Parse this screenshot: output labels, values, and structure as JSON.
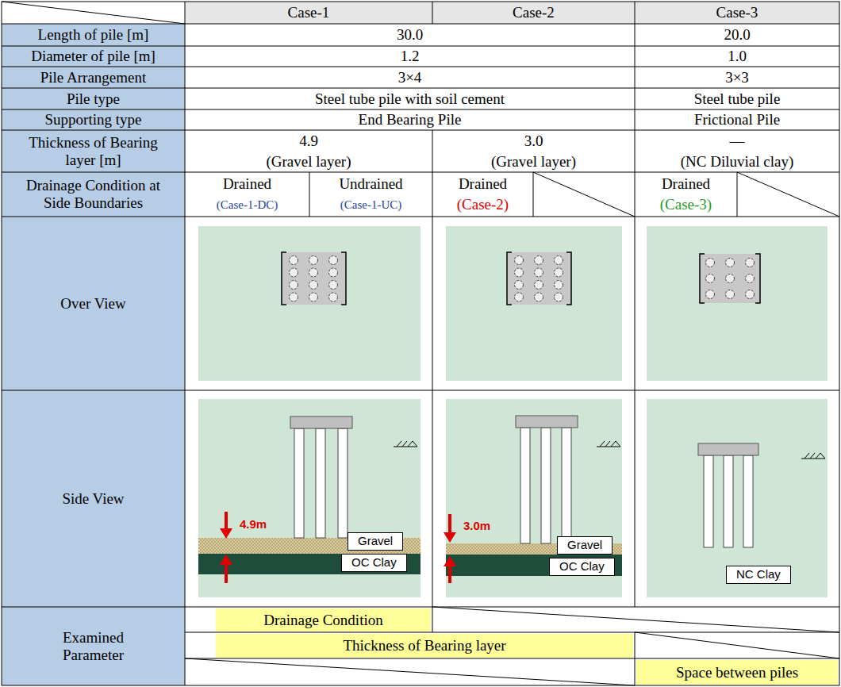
{
  "diagram": {
    "nodes": [
      {
        "text": [
          "Gravel"
        ]
      },
      {
        "text": [
          "OC Clay"
        ]
      },
      {
        "text": [
          "Gravel"
        ]
      },
      {
        "text": [
          "OC Clay"
        ]
      },
      {
        "text": [
          "NC Clay"
        ]
      },
      {
        "text": [
          "Drainage Condition"
        ]
      },
      {
        "text": [
          "Thickness of Bearing layer"
        ]
      },
      {
        "text": [
          "Space between piles"
        ]
      }
    ],
    "labels": [
      "Case-1",
      "Case-2",
      "Case-3",
      "Length of pile [m]",
      "30.0",
      "20.0",
      "Diameter of pile [m]",
      "1.2",
      "1.0",
      "Pile Arrangement",
      "3×4",
      "3×3",
      "Pile type",
      "Steel tube pile with soil cement",
      "Steel tube pile",
      "Supporting type",
      "End Bearing Pile",
      "Frictional Pile",
      "Thickness of Bearing layer [m]",
      "4.9",
      "(Gravel layer)",
      "3.0",
      "(Gravel layer)",
      "—",
      "(NC Diluvial clay)",
      "Drainage Condition at Side Boundaries",
      "Drained",
      "(Case-1-DC)",
      "Undrained",
      "(Case-1-UC)",
      "Drained",
      "(Case-2)",
      "Drained",
      "(Case-3)",
      "Over View",
      "Side View",
      "4.9m",
      "3.0m",
      "Examined Parameter"
    ]
  }
}
